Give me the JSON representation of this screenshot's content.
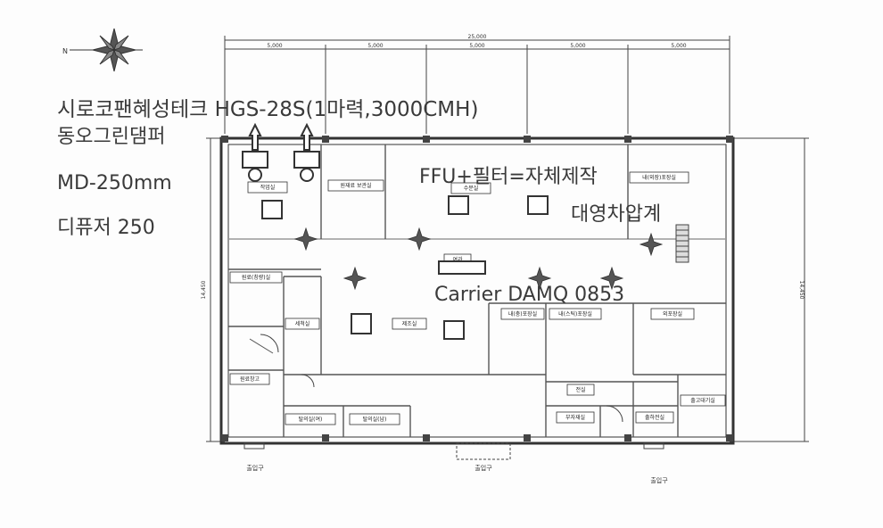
{
  "overall_dimension": "25,000",
  "bay_dimensions": [
    "5,000",
    "5,000",
    "5,000",
    "5,000",
    "5,000"
  ],
  "side_dimension_left": "14,450",
  "side_dimension_right": "14,450",
  "notes": {
    "line1": "시로코팬혜성테크 HGS-28S(1마력,3000CMH)",
    "line2": "동오그린댐퍼",
    "line3": "MD-250mm",
    "line4": "디퓨저 250",
    "line5": "FFU+필터=자체제작",
    "line6": "대영차압계",
    "line7": "Carrier DAMQ 0853"
  },
  "rooms": {
    "r1": "작업실",
    "r2": "원재료 보관실",
    "r3": "수분실",
    "r4": "내(외장)포장실",
    "r5": "여과",
    "r6": "원료(칭량)실",
    "r7": "세척실",
    "r8": "제조실",
    "r9": "내(충)포장실",
    "r10": "내(스틱)포장실",
    "r11": "외포장실",
    "r12": "원료창고",
    "r13": "전실",
    "r14": "탈의실(여)",
    "r15": "탈의실(남)",
    "r16": "부자재실",
    "r17": "출하전실",
    "r18": "출고대기실"
  },
  "entrances": {
    "left": "출입구",
    "center": "출입구",
    "right": "출입구"
  }
}
